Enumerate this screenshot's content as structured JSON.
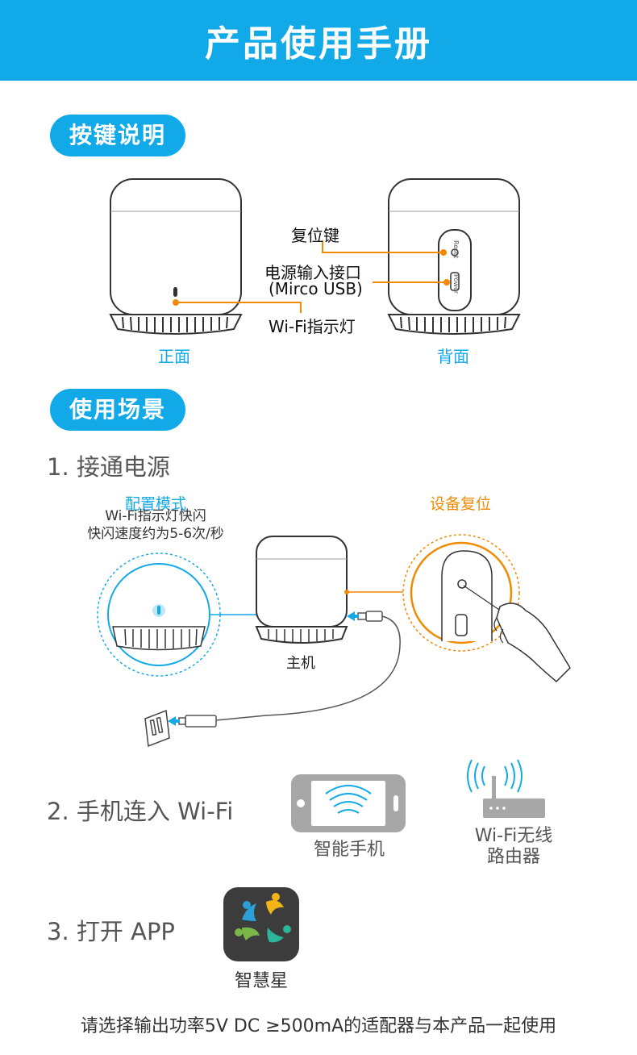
{
  "header": {
    "title": "产品使用手册"
  },
  "section1": {
    "pill": "按键说明",
    "reset_label": "复位键",
    "power_label_line1": "电源输入接口",
    "power_label_line2": "(Mirco USB)",
    "wifi_label": "Wi-Fi指示灯",
    "front_label": "正面",
    "back_label": "背面",
    "device_reset_text": "Reset",
    "device_power_text": "Power"
  },
  "section2": {
    "pill": "使用场景",
    "step1": "1. 接通电源",
    "config_title": "配置模式",
    "config_line1": "Wi-Fi指示灯快闪",
    "config_line2": "快闪速度约为5-6次/秒",
    "reset_title": "设备复位",
    "host_label": "主机",
    "step2": "2. 手机连入 Wi-Fi",
    "phone_label": "智能手机",
    "router_label_line1": "Wi-Fi无线",
    "router_label_line2": "路由器",
    "step3": "3. 打开 APP",
    "app_label": "智慧星"
  },
  "footer": {
    "note": "请选择输出功率5V DC ≥500mA的适配器与本产品一起使用"
  },
  "colors": {
    "accent": "#12a9e9",
    "orange": "#f18a00"
  }
}
